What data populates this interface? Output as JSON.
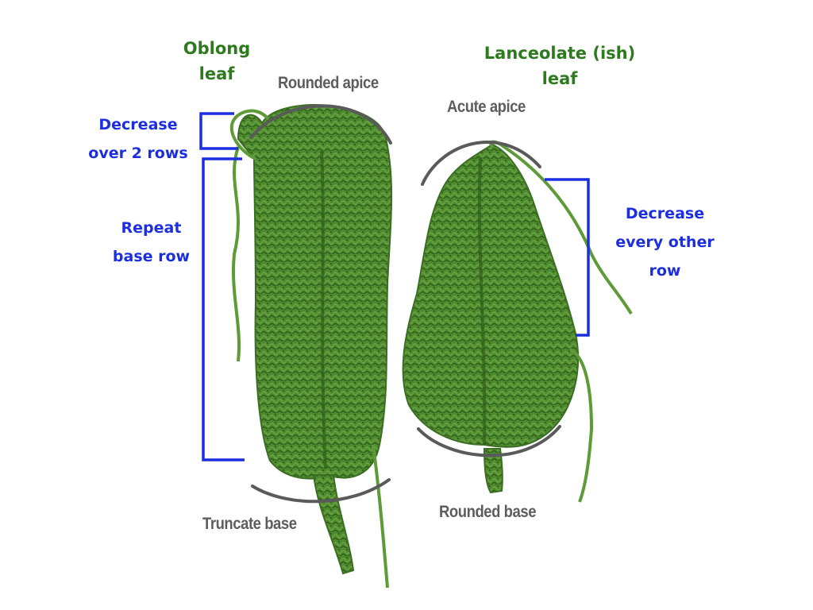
{
  "leaves": [
    {
      "id": "oblong",
      "title_lines": [
        "Oblong",
        "leaf"
      ],
      "apex_label": "Rounded apice",
      "base_label": "Truncate base",
      "fill_color": "#4e8a2e"
    },
    {
      "id": "lanceolate",
      "title_lines": [
        "Lanceolate (ish)",
        "leaf"
      ],
      "apex_label": "Acute apice",
      "base_label": "Rounded base",
      "fill_color": "#4e8a2e"
    }
  ],
  "annotations": {
    "decrease_two_rows": [
      "Decrease",
      "over 2 rows"
    ],
    "repeat_base_row": [
      "Repeat",
      "base row"
    ],
    "decrease_every_other": [
      "Decrease",
      "every other",
      "row"
    ]
  },
  "colors": {
    "title_green": "#2e7a1f",
    "annotation_blue": "#1c2fe0",
    "shape_label_gray": "#5d5d5d",
    "arc_gray": "#5a5a5a",
    "yarn_green": "#4e8a2e",
    "yarn_dark": "#2f5d1a",
    "yarn_light": "#6aa443"
  }
}
